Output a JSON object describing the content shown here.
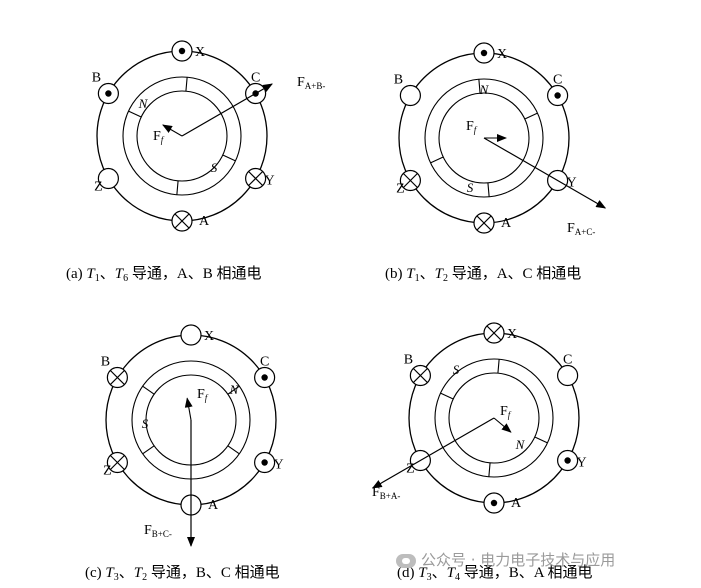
{
  "panels": [
    {
      "caption": {
        "prefix": "(a) ",
        "t1": "T",
        "t1sub": "1",
        "sep": "、",
        "t2": "T",
        "t2sub": "6",
        "rest": " 导通，A、B 相通电"
      },
      "force": {
        "main": "F",
        "sub": "A+B-"
      },
      "rotor_force": {
        "main": "F",
        "sub": "f"
      },
      "poles": {
        "n": "N",
        "s": "S"
      },
      "coils": [
        {
          "label": "X",
          "state": "dot"
        },
        {
          "label": "C",
          "state": "dot"
        },
        {
          "label": "Y",
          "state": "cross"
        },
        {
          "label": "A",
          "state": "cross"
        },
        {
          "label": "Z",
          "state": "empty"
        },
        {
          "label": "B",
          "state": "dot"
        }
      ]
    },
    {
      "caption": {
        "prefix": "(b) ",
        "t1": "T",
        "t1sub": "1",
        "sep": "、",
        "t2": "T",
        "t2sub": "2",
        "rest": " 导通，A、C 相通电"
      },
      "force": {
        "main": "F",
        "sub": "A+C-"
      },
      "rotor_force": {
        "main": "F",
        "sub": "f"
      },
      "poles": {
        "n": "N",
        "s": "S"
      },
      "coils": [
        {
          "label": "X",
          "state": "dot"
        },
        {
          "label": "C",
          "state": "dot"
        },
        {
          "label": "Y",
          "state": "empty"
        },
        {
          "label": "A",
          "state": "cross"
        },
        {
          "label": "Z",
          "state": "cross"
        },
        {
          "label": "B",
          "state": "empty"
        }
      ]
    },
    {
      "caption": {
        "prefix": "(c) ",
        "t1": "T",
        "t1sub": "3",
        "sep": "、",
        "t2": "T",
        "t2sub": "2",
        "rest": " 导通，B、C 相通电"
      },
      "force": {
        "main": "F",
        "sub": "B+C-"
      },
      "rotor_force": {
        "main": "F",
        "sub": "f"
      },
      "poles": {
        "n": "N",
        "s": "S"
      },
      "coils": [
        {
          "label": "X",
          "state": "empty"
        },
        {
          "label": "C",
          "state": "dot"
        },
        {
          "label": "Y",
          "state": "dot"
        },
        {
          "label": "A",
          "state": "empty"
        },
        {
          "label": "Z",
          "state": "cross"
        },
        {
          "label": "B",
          "state": "cross"
        }
      ]
    },
    {
      "caption": {
        "prefix": "(d) ",
        "t1": "T",
        "t1sub": "3",
        "sep": "、",
        "t2": "T",
        "t2sub": "4",
        "rest": " 导通，B、A 相通电"
      },
      "force": {
        "main": "F",
        "sub": "B+A-"
      },
      "rotor_force": {
        "main": "F",
        "sub": "f"
      },
      "poles": {
        "n": "N",
        "s": "S"
      },
      "coils": [
        {
          "label": "X",
          "state": "cross"
        },
        {
          "label": "C",
          "state": "empty"
        },
        {
          "label": "Y",
          "state": "dot"
        },
        {
          "label": "A",
          "state": "dot"
        },
        {
          "label": "Z",
          "state": "empty"
        },
        {
          "label": "B",
          "state": "cross"
        }
      ]
    }
  ],
  "watermark": "公众号 · 电力电子技术与应用"
}
